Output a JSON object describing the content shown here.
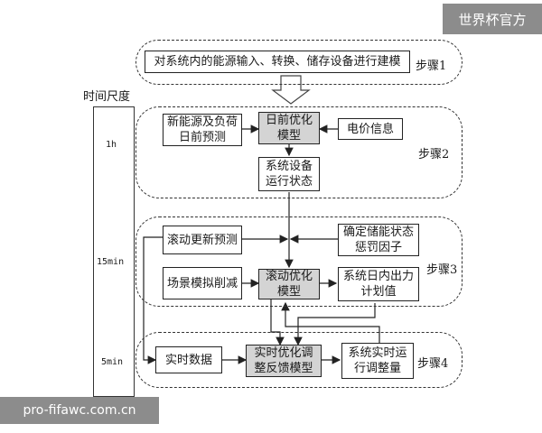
{
  "watermarks": {
    "top_right": "世界杯官方",
    "bottom_left": "pro-fifawc.com.cn"
  },
  "time_scale": {
    "title": "时间尺度",
    "levels": [
      "1h",
      "15min",
      "5min"
    ]
  },
  "steps": {
    "step1": {
      "label": "步骤1",
      "text": "对系统内的能源输入、转换、储存设备进行建模"
    },
    "step2": {
      "label": "步骤2",
      "forecast": "新能源及负荷日前预测",
      "day_ahead_opt": "日前优化模型",
      "price_info": "电价信息",
      "device_state": "系统设备运行状态"
    },
    "step3": {
      "label": "步骤3",
      "rolling_forecast": "滚动更新预测",
      "storage_penalty": "确定储能状态惩罚因子",
      "scenario_reduce": "场景模拟削减",
      "rolling_opt": "滚动优化模型",
      "intraday_plan": "系统日内出力计划值"
    },
    "step4": {
      "label": "步骤4",
      "realtime_data": "实时数据",
      "realtime_opt": "实时优化调整反馈模型",
      "realtime_adjust": "系统实时运行调整量"
    }
  }
}
